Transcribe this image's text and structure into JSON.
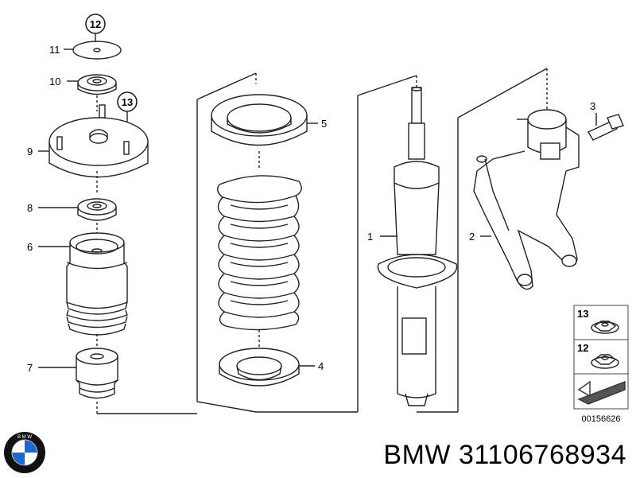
{
  "callouts": {
    "c1": "1",
    "c2": "2",
    "c3": "3",
    "c4": "4",
    "c5": "5",
    "c6": "6",
    "c7": "7",
    "c8": "8",
    "c9": "9",
    "c10": "10",
    "c11": "11",
    "c12": "12",
    "c13": "13"
  },
  "legend": {
    "item13": "13",
    "item12": "12"
  },
  "diagram_id": "00156626",
  "footer": {
    "brand": "BMW",
    "part_number": "31106768934"
  },
  "logo": {
    "letters": "BMW",
    "colors": {
      "blue": "#1c69d4",
      "ring": "#111111"
    }
  }
}
